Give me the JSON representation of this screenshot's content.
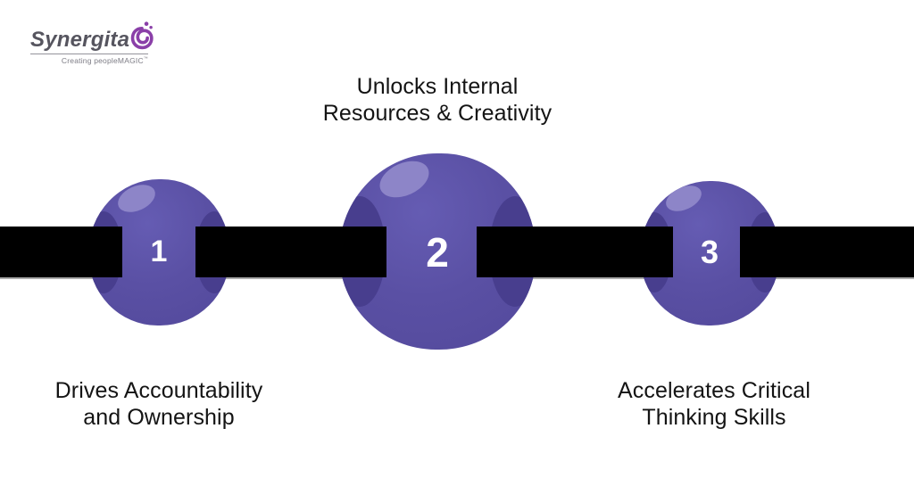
{
  "brand": {
    "name": "Synergita",
    "tagline": "Creating peopleMAGIC",
    "tagline_mark": "™",
    "logo_icon_color": "#8a3fa8",
    "name_color": "#56555f"
  },
  "colors": {
    "background": "#ffffff",
    "ribbon": "#000000",
    "ribbon_shadow": "#ababab",
    "bead_body": "#5a50a4",
    "bead_hole": "#483e8e",
    "bead_highlight": "#8d85c8",
    "number_text": "#ffffff",
    "label_text": "#141414"
  },
  "steps": [
    {
      "number": "1",
      "label_line1": "Drives Accountability",
      "label_line2": "and Ownership",
      "label_position": "below"
    },
    {
      "number": "2",
      "label_line1": "Unlocks Internal",
      "label_line2": "Resources & Creativity",
      "label_position": "above"
    },
    {
      "number": "3",
      "label_line1": "Accelerates Critical",
      "label_line2": "Thinking Skills",
      "label_position": "below"
    }
  ]
}
